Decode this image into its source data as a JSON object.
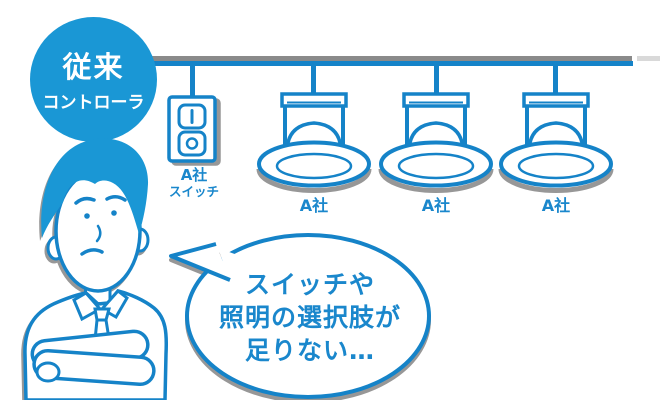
{
  "colors": {
    "brand_blue": "#1A97D5",
    "line_blue": "#1583C8",
    "text_blue": "#1A87CC",
    "shadow_gray": "#979797",
    "ceiling_gray": "#8A8A8A",
    "ceiling_gray_light": "#D9D9D9"
  },
  "controller": {
    "title": "従来",
    "subtitle": "コントローラ"
  },
  "switch": {
    "label_line1": "A社",
    "label_line2": "スイッチ"
  },
  "lights": [
    {
      "label": "A社"
    },
    {
      "label": "A社"
    },
    {
      "label": "A社"
    }
  ],
  "speech_bubble": {
    "line1": "スイッチや",
    "line2": "照明の選択肢が",
    "line3": "足りない…"
  }
}
